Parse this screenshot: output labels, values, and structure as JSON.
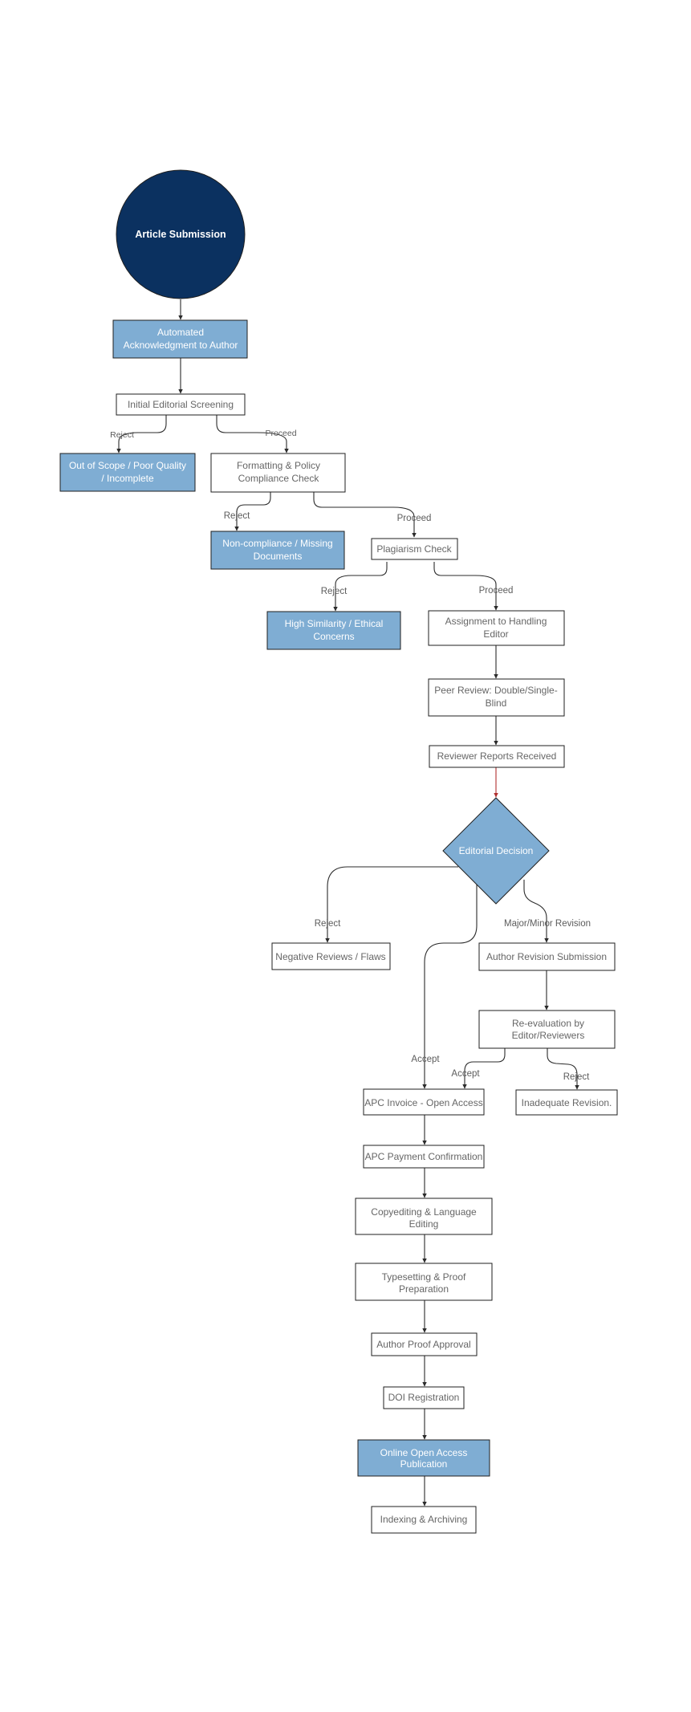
{
  "nodes": {
    "article_submission": "Article Submission",
    "auto_ack": [
      "Automated",
      "Acknowledgment to Author"
    ],
    "initial_screening": "Initial Editorial Screening",
    "out_of_scope": [
      "Out of Scope / Poor Quality",
      "/ Incomplete"
    ],
    "formatting_check": [
      "Formatting & Policy",
      "Compliance Check"
    ],
    "non_compliance": [
      "Non-compliance / Missing",
      "Documents"
    ],
    "plagiarism_check": "Plagiarism Check",
    "high_similarity": [
      "High Similarity / Ethical",
      "Concerns"
    ],
    "assignment_editor": [
      "Assignment to Handling",
      "Editor"
    ],
    "peer_review": [
      "Peer Review: Double/Single-",
      "Blind"
    ],
    "reviewer_reports": "Reviewer Reports Received",
    "editorial_decision": "Editorial Decision",
    "negative_reviews": "Negative Reviews / Flaws",
    "author_revision": "Author Revision Submission",
    "re_evaluation": [
      "Re-evaluation by",
      "Editor/Reviewers"
    ],
    "apc_invoice": "APC Invoice - Open Access",
    "inadequate_revision": "Inadequate Revision.",
    "apc_payment": "APC Payment Confirmation",
    "copyediting": [
      "Copyediting & Language",
      "Editing"
    ],
    "typesetting": [
      "Typesetting & Proof",
      "Preparation"
    ],
    "author_proof": "Author Proof Approval",
    "doi_registration": "DOI Registration",
    "online_publication": [
      "Online Open Access",
      "Publication"
    ],
    "indexing": "Indexing & Archiving"
  },
  "edge_labels": {
    "reject_screening": "Reject",
    "proceed_screening": "Proceed",
    "reject_formatting": "Reject",
    "proceed_formatting": "Proceed",
    "reject_plagiarism": "Reject",
    "proceed_plagiarism": "Proceed",
    "reject_decision": "Reject",
    "revision_decision": "Major/Minor Revision",
    "accept_decision": "Accept",
    "accept_reevaluation": "Accept",
    "reject_reevaluation": "Reject"
  },
  "colors": {
    "start_fill": "#0b3160",
    "highlight_fill": "#7fadd3",
    "box_fill": "#ffffff",
    "stroke": "#1f1f1f"
  }
}
